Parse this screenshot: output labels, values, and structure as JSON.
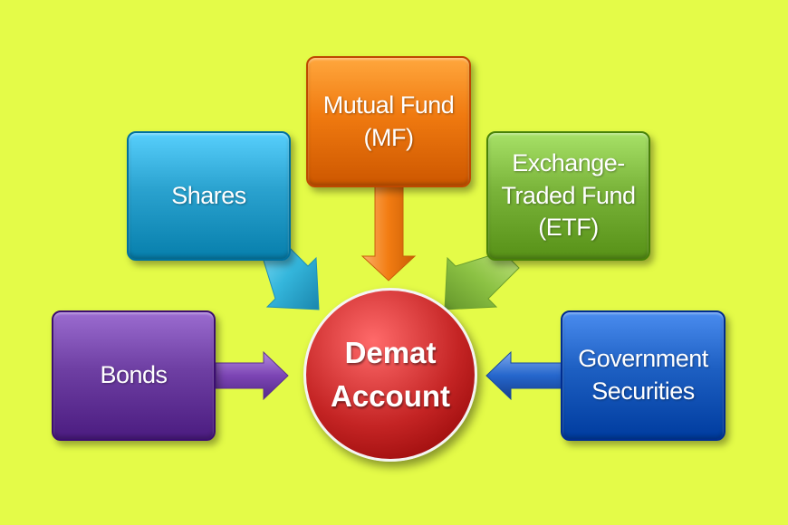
{
  "background_color": "#e4fb48",
  "center": {
    "label": "Demat\nAccount",
    "color": "#c42424"
  },
  "nodes": {
    "mutual_fund": {
      "label": "Mutual Fund\n(MF)",
      "color": "#f07a10"
    },
    "shares": {
      "label": "Shares",
      "color": "#2aa2cf"
    },
    "etf": {
      "label": "Exchange-\nTraded Fund\n(ETF)",
      "color": "#7ab43a"
    },
    "bonds": {
      "label": "Bonds",
      "color": "#6e3fa3"
    },
    "government_securities": {
      "label": "Government\nSecurities",
      "color": "#1d5fc2"
    }
  },
  "arrow_colors": {
    "mutual_fund": "#f27c12",
    "shares": "#34b6dc",
    "etf": "#8cc244",
    "bonds": "#7c45b4",
    "government_securities": "#2566cc"
  }
}
